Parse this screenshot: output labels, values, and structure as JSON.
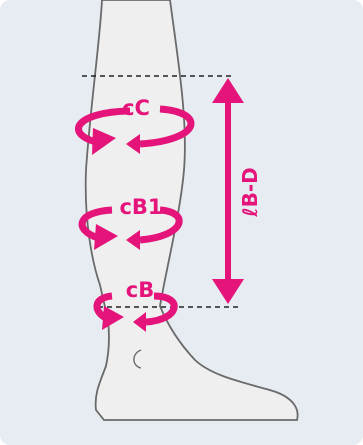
{
  "diagram": {
    "labels": {
      "cC": "cC",
      "cB1": "cB1",
      "cB": "cB",
      "lBD": "ℓB-D"
    }
  },
  "colors": {
    "accent": "#e4147a",
    "background": "#e6ecf1",
    "leg_fill": "#efefef",
    "outline": "#6a6a6a",
    "dashed": "#222222"
  }
}
